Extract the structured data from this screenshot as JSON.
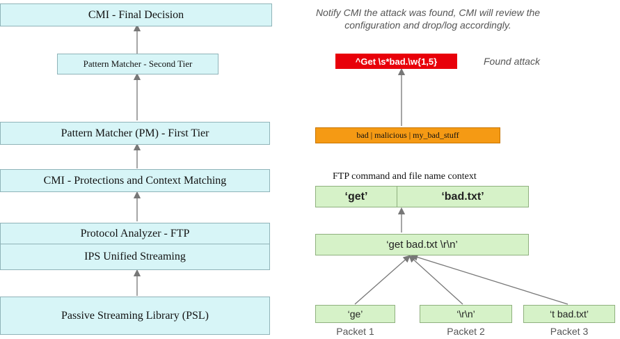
{
  "left_stack": {
    "final_decision": "CMI - Final Decision",
    "pm_second_tier": "Pattern Matcher - Second Tier",
    "pm_first_tier": "Pattern Matcher (PM) - First Tier",
    "cmi_protections": "CMI - Protections and Context Matching",
    "protocol_analyzer": "Protocol Analyzer - FTP",
    "ips_streaming": "IPS Unified Streaming",
    "psl": "Passive Streaming Library (PSL)"
  },
  "right_flow": {
    "notify_text_line1": "Notify CMI the attack was found, CMI will review the",
    "notify_text_line2": "configuration and drop/log accordingly.",
    "regex_box": "^Get \\s*bad.\\w{1,5}",
    "found_attack": "Found attack",
    "pattern_box": "bad | malicious | my_bad_stuff",
    "context_label": "FTP command and file name context",
    "cmd_get": "‘get’",
    "cmd_file": "‘bad.txt’",
    "assembled": "‘get  bad.txt \\r\\n’",
    "packet1_value": "‘ge’",
    "packet2_value": "‘\\r\\n’",
    "packet3_value": "‘t bad.txt’",
    "packet1_label": "Packet 1",
    "packet2_label": "Packet 2",
    "packet3_label": "Packet 3"
  },
  "colors": {
    "layer_fill": "#d7f5f7",
    "data_fill": "#d6f2c8",
    "alert_fill": "#e8000a",
    "pattern_fill": "#f59a14",
    "arrow": "#777777"
  }
}
